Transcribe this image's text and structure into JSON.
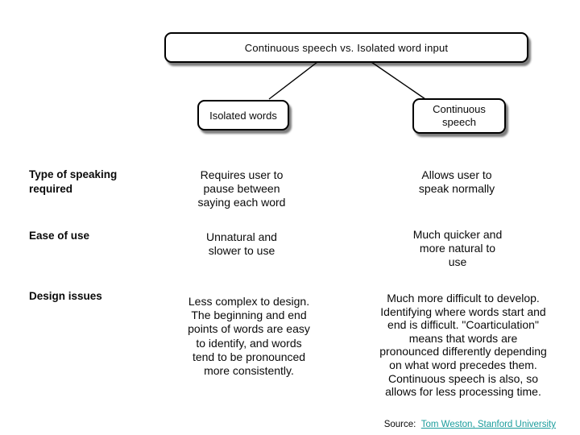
{
  "diagram": {
    "title": "Continuous speech vs. Isolated word input",
    "left_node": "Isolated words",
    "right_node": [
      "Continuous",
      "speech"
    ]
  },
  "rows": [
    {
      "label": [
        "Type of speaking",
        "required"
      ],
      "isolated": [
        "Requires user to",
        "pause between",
        "saying each word"
      ],
      "continuous": [
        "Allows user to",
        "speak normally"
      ]
    },
    {
      "label": [
        "Ease of use"
      ],
      "isolated": [
        "Unnatural and",
        "slower to use"
      ],
      "continuous": [
        "Much quicker and",
        "more natural to",
        "use"
      ]
    },
    {
      "label": [
        "Design issues"
      ],
      "isolated": [
        "Less complex to design.",
        "The beginning and end",
        "points of words are easy",
        "to identify, and words",
        "tend to be pronounced",
        "more consistently."
      ],
      "continuous": [
        "Much more difficult to develop.",
        "Identifying where words start and",
        "end is difficult.  \"Coarticulation\"",
        "means that words are",
        "pronounced differently depending",
        "on what word precedes them.",
        "Continuous speech is also, so",
        "allows for less processing time."
      ]
    }
  ],
  "source": {
    "prefix": "Source:",
    "link_text": "Tom Weston, Stanford University",
    "link_color": "#1a9c9c"
  },
  "colors": {
    "background": "#ffffff",
    "text": "#0a0a0a",
    "node_border": "#000000",
    "node_fill": "#ffffff"
  }
}
